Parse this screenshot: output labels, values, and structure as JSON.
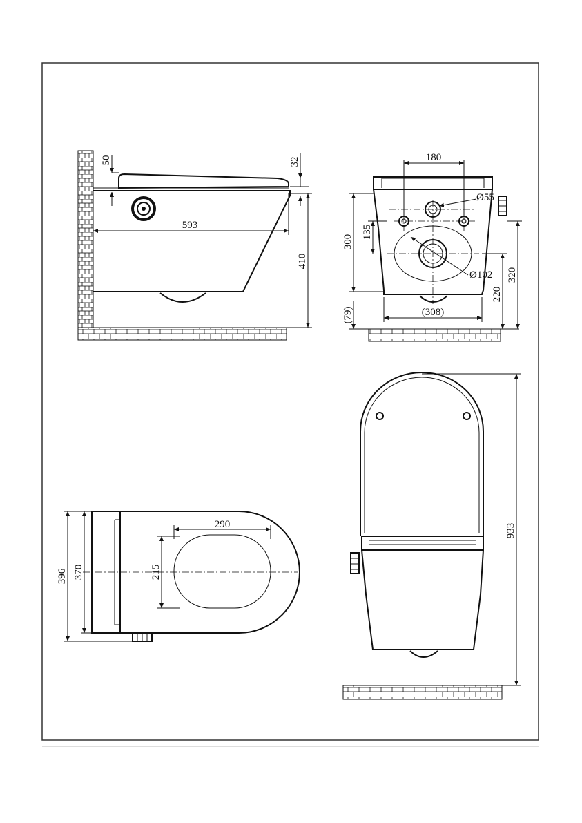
{
  "drawing": {
    "side_view": {
      "dims": {
        "top_gap": "50",
        "seat_thickness": "32",
        "projection": "593",
        "height": "410"
      }
    },
    "front_view": {
      "dims": {
        "hole_spacing": "180",
        "inlet_diameter": "Ø55",
        "bolt_height": "135",
        "outlet_height": "300",
        "outlet_diameter": "Ø102",
        "height_320": "320",
        "height_220": "220",
        "floor_gap": "(79)",
        "width": "(308)"
      }
    },
    "top_view": {
      "dims": {
        "width_396": "396",
        "width_370": "370",
        "bowl_length": "290",
        "bowl_width": "215"
      }
    },
    "lid_open_view": {
      "dims": {
        "total_height": "933"
      }
    }
  },
  "colors": {
    "line": "#111111",
    "background": "#ffffff",
    "frame": "#333333",
    "footer_rule": "#bbbbbb"
  }
}
